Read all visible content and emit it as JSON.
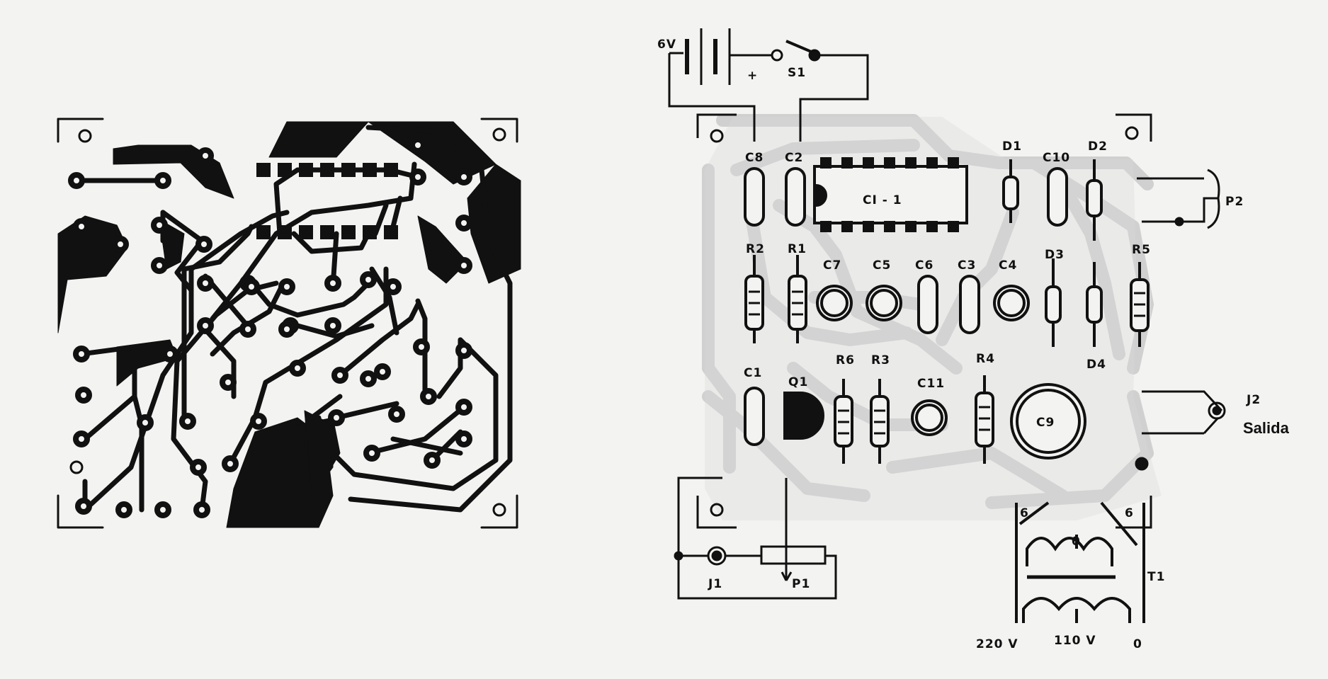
{
  "board_labels": {
    "supply_voltage": "6V",
    "battery_polarity": "+",
    "switch": "S1",
    "c8": "C8",
    "c2": "C2",
    "ic": "CI - 1",
    "d1": "D1",
    "c10": "C10",
    "d2": "D2",
    "p2": "P2",
    "r2": "R2",
    "r1": "R1",
    "c7": "C7",
    "c5": "C5",
    "c6": "C6",
    "c3": "C3",
    "c4": "C4",
    "d3": "D3",
    "r5": "R5",
    "d4": "D4",
    "c1": "C1",
    "q1": "Q1",
    "r6": "R6",
    "r3": "R3",
    "c11": "C11",
    "r4": "R4",
    "c9": "C9",
    "j2": "J2",
    "output": "Salida",
    "j1": "J1",
    "p1": "P1",
    "t1": "T1",
    "tap_6_left": "6",
    "tap_6_right": "6",
    "tap_0_top": "0",
    "mains_220": "220 V",
    "mains_110": "110 V",
    "mains_0": "0"
  },
  "colors": {
    "ink": "#111111",
    "paper": "#f3f3f1",
    "silk": "#d0d0d0"
  }
}
